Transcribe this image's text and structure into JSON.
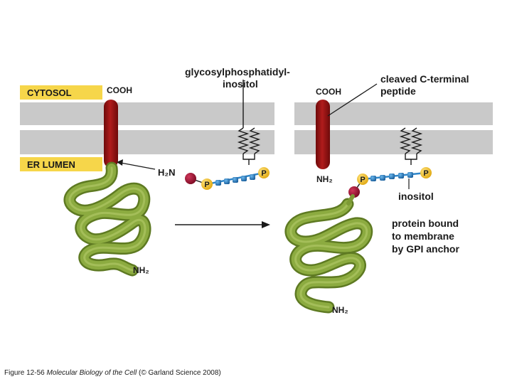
{
  "labels": {
    "cytosol": "CYTOSOL",
    "er_lumen": "ER LUMEN",
    "gpi_line1": "glycosylphosphatidyl-",
    "gpi_line2": "inositol",
    "cooh_left": "COOH",
    "cooh_right": "COOH",
    "cleaved_line1": "cleaved C-terminal",
    "cleaved_line2": "peptide",
    "h2n": "H₂N",
    "nh2_right_peptide": "NH₂",
    "nh2_left_protein": "NH₂",
    "nh2_right_protein": "NH₂",
    "inositol": "inositol",
    "bound_line1": "protein bound",
    "bound_line2": "to membrane",
    "bound_line3": "by GPI anchor",
    "phosphate": "P"
  },
  "caption": {
    "prefix": "Figure 12-56  ",
    "title": "Molecular Biology of the Cell",
    "suffix": " (© Garland Science 2008)"
  },
  "colors": {
    "membrane": "#c9c9c9",
    "cytosol_box": "#f6d64a",
    "peptide": "#9b1414",
    "protein": "#7d9a35",
    "protein_highlight": "#a9c35b",
    "phosphate": "#f1c21b",
    "sugar": "#2e86c9",
    "ethanolamine": "#a01030"
  }
}
